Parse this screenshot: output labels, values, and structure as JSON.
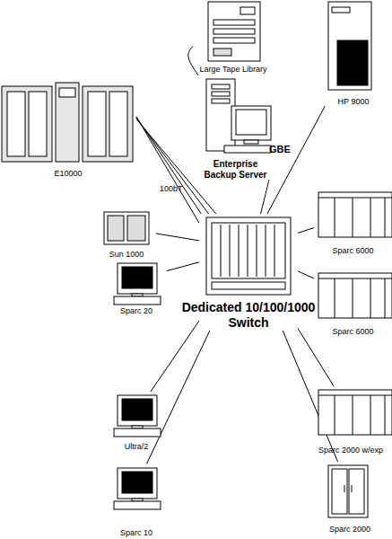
{
  "diagram": {
    "nodes": [
      {
        "text": [
          "Large Tape Library"
        ]
      },
      {
        "text": [
          "E10000"
        ]
      },
      {
        "text": [
          "Enterprise Backup Server"
        ]
      },
      {
        "text": [
          "HP 9000"
        ]
      },
      {
        "text": [
          "Sun 1000"
        ]
      },
      {
        "text": [
          "Dedicated 10/100/1000 Switch"
        ]
      },
      {
        "text": [
          "Sparc 20"
        ]
      },
      {
        "text": [
          "Sparc 6000"
        ]
      },
      {
        "text": [
          "Sparc 6000"
        ]
      },
      {
        "text": [
          "Ultra/2"
        ]
      },
      {
        "text": [
          "Sparc 2000 w/exp"
        ]
      },
      {
        "text": [
          "Sparc 2000"
        ]
      },
      {
        "text": [
          "Sparc 10"
        ]
      }
    ],
    "edges": [
      {
        "from": 0,
        "to": 2,
        "arrow": "none"
      },
      {
        "from": 1,
        "to": 5,
        "arrow": "none"
      },
      {
        "from": 1,
        "to": 5,
        "arrow": "none"
      },
      {
        "from": 1,
        "to": 5,
        "arrow": "none"
      },
      {
        "from": 1,
        "to": 5,
        "arrow": "none"
      },
      {
        "from": 2,
        "to": 5,
        "arrow": "none"
      },
      {
        "from": 3,
        "to": 5,
        "arrow": "none"
      },
      {
        "from": 4,
        "to": 5,
        "arrow": "none"
      },
      {
        "from": 6,
        "to": 5,
        "arrow": "none"
      },
      {
        "from": 9,
        "to": 5,
        "arrow": "none"
      },
      {
        "from": 12,
        "to": 5,
        "arrow": "none"
      },
      {
        "from": 7,
        "to": 5,
        "arrow": "none"
      },
      {
        "from": 8,
        "to": 5,
        "arrow": "none"
      },
      {
        "from": 10,
        "to": 5,
        "arrow": "none"
      },
      {
        "from": 11,
        "to": 5,
        "arrow": "none"
      }
    ],
    "labels": [
      "100bT",
      "GBE"
    ]
  }
}
